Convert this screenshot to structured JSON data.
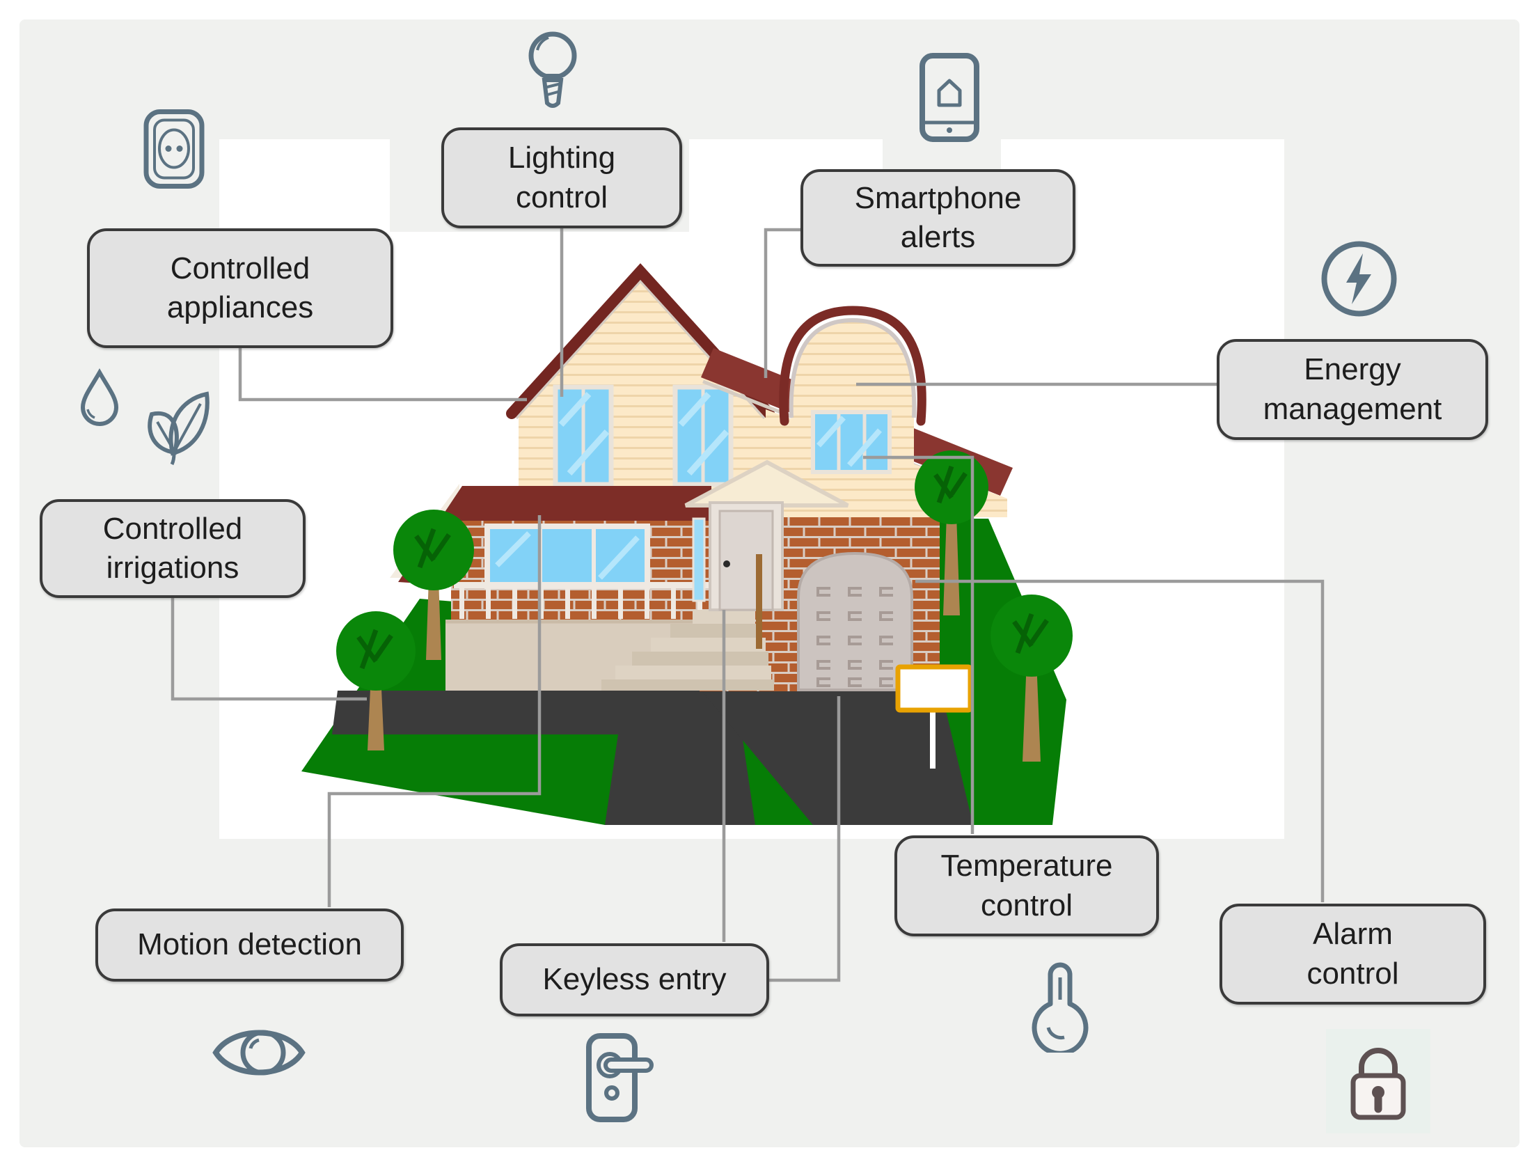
{
  "labels": {
    "controlled_appliances": "Controlled\nappliances",
    "lighting_control": "Lighting\ncontrol",
    "smartphone_alerts": "Smartphone\nalerts",
    "energy_management": "Energy\nmanagement",
    "controlled_irrigations": "Controlled\nirrigations",
    "motion_detection": "Motion detection",
    "keyless_entry": "Keyless entry",
    "temperature_control": "Temperature\ncontrol",
    "alarm_control": "Alarm\ncontrol"
  },
  "icons": {
    "power_outlet": "power-outlet-icon",
    "light_bulb": "light-bulb-icon",
    "smartphone": "smartphone-home-icon",
    "energy_bolt": "lightning-bolt-circle-icon",
    "water_drop": "water-drop-icon",
    "leaves": "leaves-icon",
    "eye": "eye-icon",
    "door_handle": "door-handle-icon",
    "thermometer": "thermometer-icon",
    "padlock": "padlock-icon"
  },
  "colors": {
    "page_background": "#f0f1ef",
    "panel_background": "#ffffff",
    "label_fill": "#e2e2e2",
    "label_border": "#3a3a3a",
    "connector": "#9b9b9b",
    "icon_stroke": "#5b7282",
    "lock_stroke": "#5e5152",
    "roof_dark_red": "#7b2b26",
    "siding_cream": "#fce9c8",
    "brick_orange": "#b45e2f",
    "window_blue": "#82d2f7",
    "lawn_green": "#067d06",
    "asphalt": "#3b3b3b",
    "sign_border": "#e8a202",
    "trunk_brown": "#ad8551"
  }
}
